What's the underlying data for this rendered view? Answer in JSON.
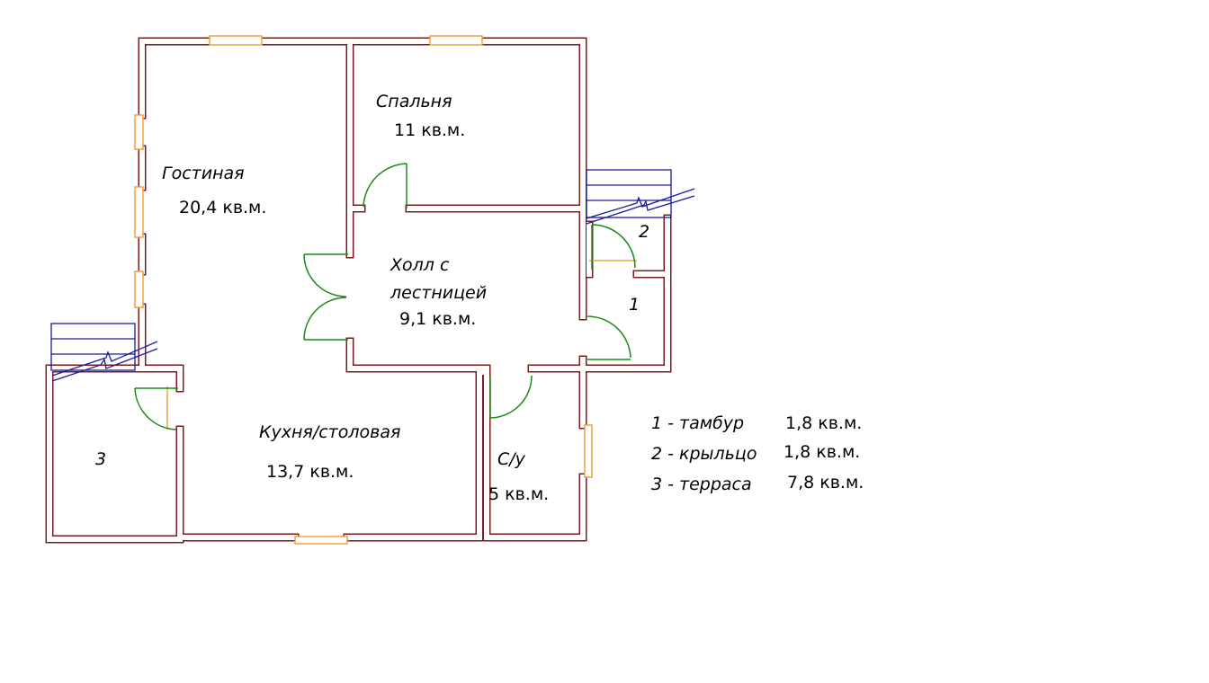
{
  "rooms": {
    "living": {
      "name": "Гостиная",
      "area": "20,4 кв.м."
    },
    "bedroom": {
      "name": "Спальня",
      "area": "11 кв.м."
    },
    "hall": {
      "name1": "Холл с",
      "name2": "лестницей",
      "area": "9,1 кв.м."
    },
    "kitchen": {
      "name": "Кухня/столовая",
      "area": "13,7 кв.м."
    },
    "bath": {
      "name": "С/у",
      "area": "5 кв.м."
    },
    "vestibule": {
      "number": "1"
    },
    "porch": {
      "number": "2"
    },
    "terrace": {
      "number": "3"
    }
  },
  "legend": [
    {
      "key": "1 - тамбур",
      "area": "1,8 кв.м."
    },
    {
      "key": "2 - крыльцо",
      "area": "1,8 кв.м."
    },
    {
      "key": "3 - терраса",
      "area": "7,8 кв.м."
    }
  ],
  "colors": {
    "wall": "#7b1c1c",
    "door": "#1a8a1a",
    "window": "#f0a040",
    "stairs": "#1a1aa0"
  }
}
